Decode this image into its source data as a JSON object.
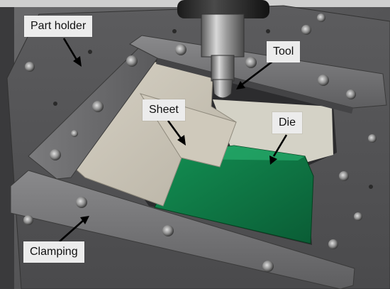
{
  "labels": {
    "part_holder": "Part holder",
    "tool": "Tool",
    "sheet": "Sheet",
    "die": "Die",
    "clamping": "Clamping"
  },
  "colors": {
    "die_green": "#0f7a45",
    "sheet_metal": "#c9c3b5",
    "base_plate": "#555557",
    "label_box": "#ececec"
  }
}
